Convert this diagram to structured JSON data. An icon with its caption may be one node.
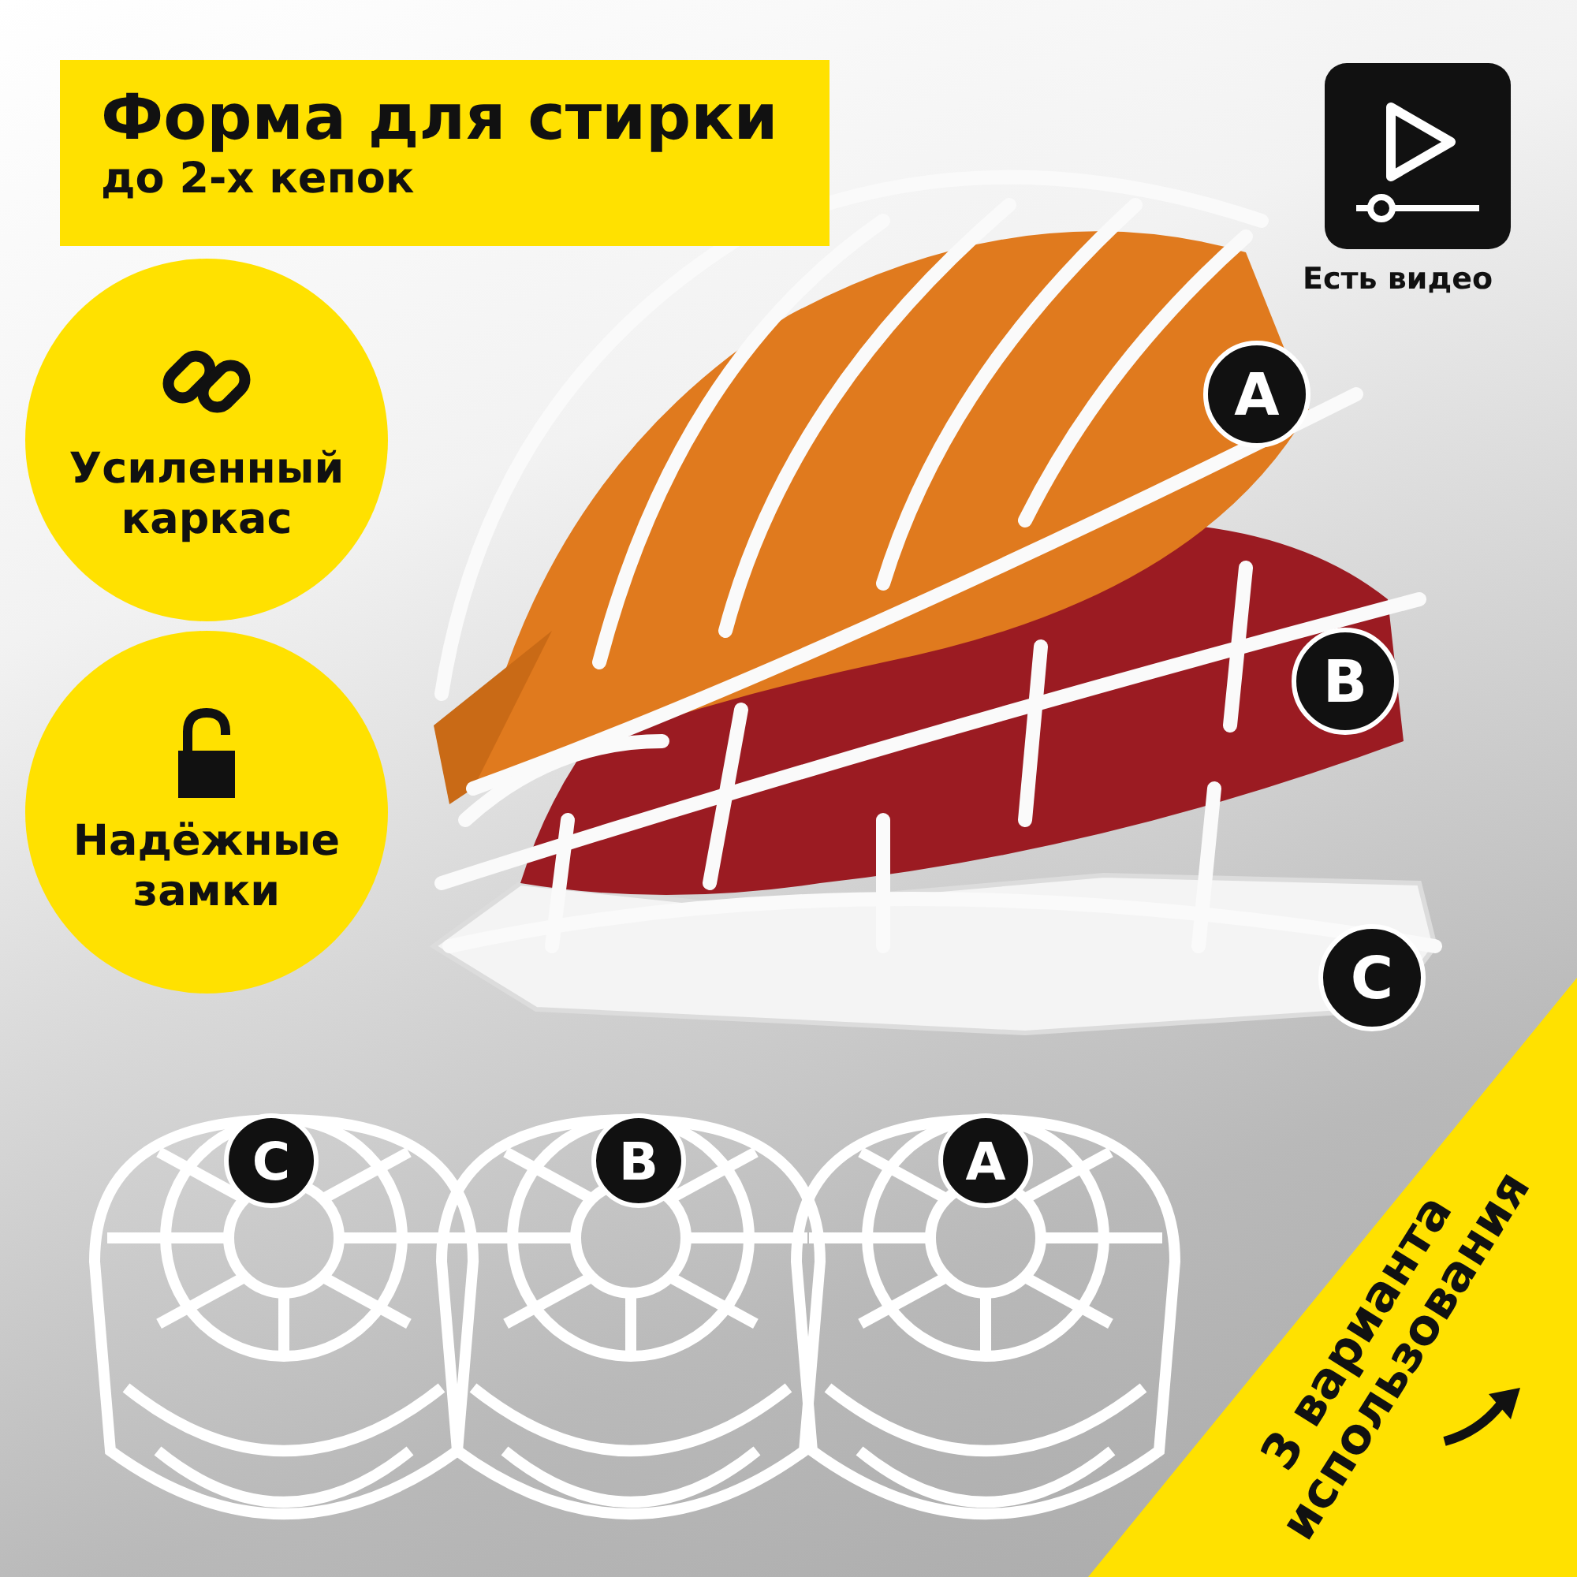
{
  "diagram": {
    "nodes": [
      {
        "text": [
          "Форма для стирки",
          "до 2-х кепок"
        ]
      },
      {
        "text": [
          "Усиленный каркас"
        ]
      },
      {
        "text": [
          "Надёжные замки"
        ]
      },
      {
        "text": [
          "A"
        ]
      },
      {
        "text": [
          "B"
        ]
      },
      {
        "text": [
          "C"
        ]
      },
      {
        "text": [
          "C"
        ]
      },
      {
        "text": [
          "B"
        ]
      },
      {
        "text": [
          "A"
        ]
      },
      {
        "text": [
          "3 варианта использования"
        ]
      }
    ],
    "labels": [
      "Есть видео"
    ]
  }
}
